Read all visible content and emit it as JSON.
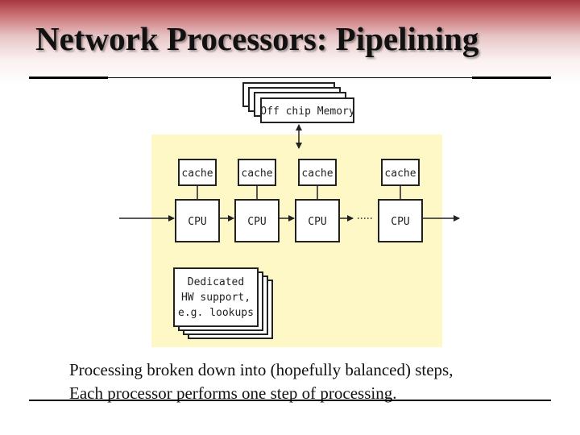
{
  "slide": {
    "title": "Network Processors: Pipelining",
    "caption_lines": [
      "Processing broken down into (hopefully balanced) steps,",
      "Each processor performs one step of processing."
    ]
  },
  "diagram": {
    "memory_label": "Off chip Memory",
    "cache_label": "cache",
    "cpu_label": "CPU",
    "dedicated_lines": [
      "Dedicated",
      "HW support,",
      "e.g. lookups"
    ],
    "panel_color": "#fdf8c6"
  }
}
